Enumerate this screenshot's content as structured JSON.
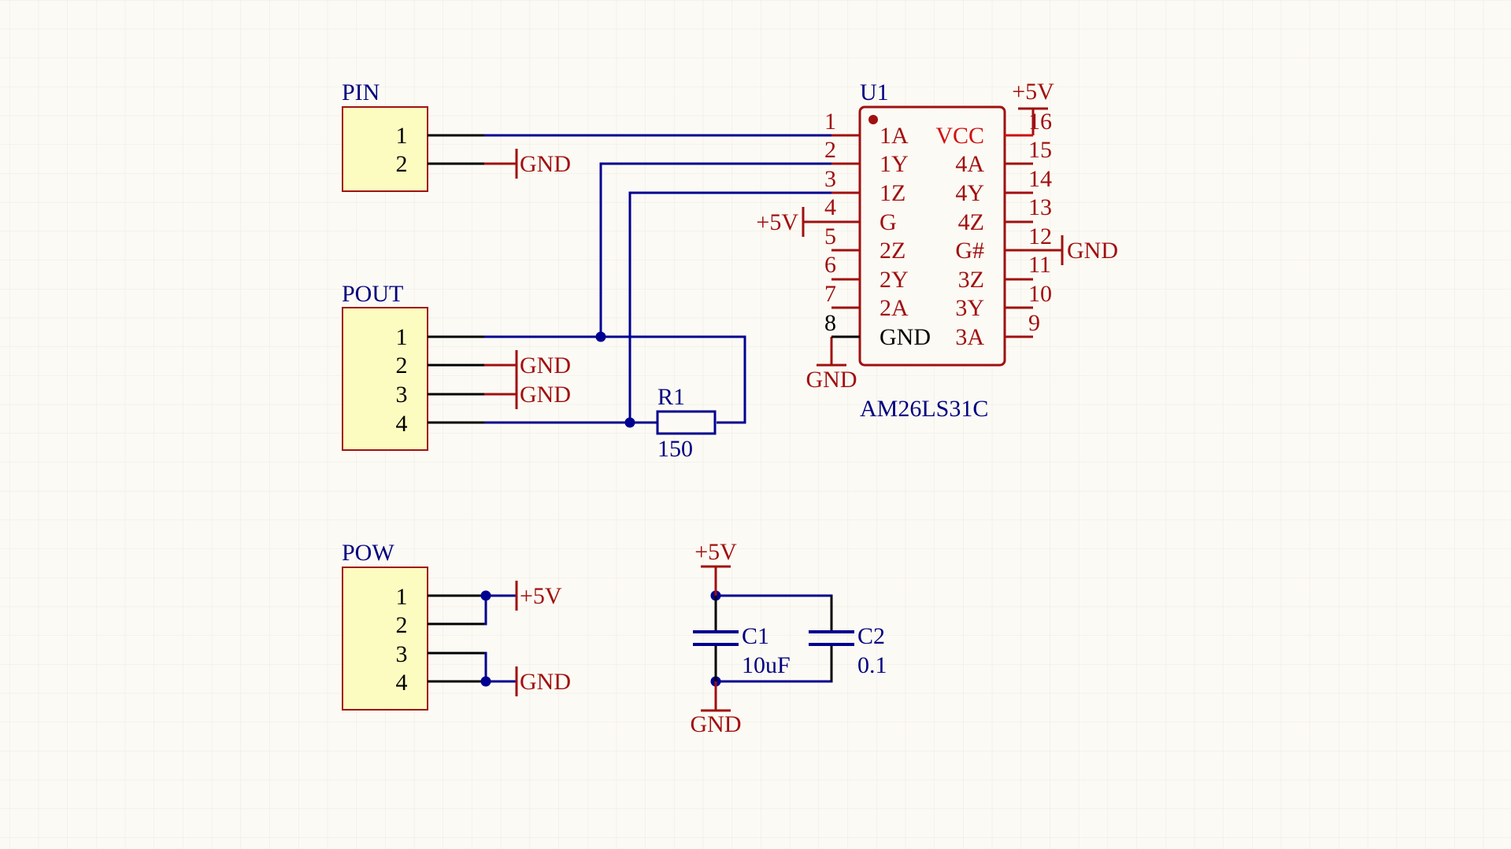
{
  "connectors": {
    "pin": {
      "designator": "PIN",
      "pins": [
        "1",
        "2"
      ]
    },
    "pout": {
      "designator": "POUT",
      "pins": [
        "1",
        "2",
        "3",
        "4"
      ]
    },
    "pow": {
      "designator": "POW",
      "pins": [
        "1",
        "2",
        "3",
        "4"
      ]
    }
  },
  "power": {
    "gnd": "GND",
    "vcc": "+5V"
  },
  "u1": {
    "designator": "U1",
    "part": "AM26LS31C",
    "left_pins": [
      {
        "num": "1",
        "name": "1A"
      },
      {
        "num": "2",
        "name": "1Y"
      },
      {
        "num": "3",
        "name": "1Z"
      },
      {
        "num": "4",
        "name": "G"
      },
      {
        "num": "5",
        "name": "2Z"
      },
      {
        "num": "6",
        "name": "2Y"
      },
      {
        "num": "7",
        "name": "2A"
      },
      {
        "num": "8",
        "name": "GND"
      }
    ],
    "right_pins": [
      {
        "num": "16",
        "name": "VCC"
      },
      {
        "num": "15",
        "name": "4A"
      },
      {
        "num": "14",
        "name": "4Y"
      },
      {
        "num": "13",
        "name": "4Z"
      },
      {
        "num": "12",
        "name": "G#"
      },
      {
        "num": "11",
        "name": "3Z"
      },
      {
        "num": "10",
        "name": "3Y"
      },
      {
        "num": "9",
        "name": "3A"
      }
    ]
  },
  "r1": {
    "designator": "R1",
    "value": "150"
  },
  "c1": {
    "designator": "C1",
    "value": "10uF"
  },
  "c2": {
    "designator": "C2",
    "value": "0.1"
  },
  "colors": {
    "wire": "#000090",
    "part": "#a01010",
    "body": "#fcfcc0",
    "grid": "#ececec",
    "bg": "#fcfaf4"
  }
}
